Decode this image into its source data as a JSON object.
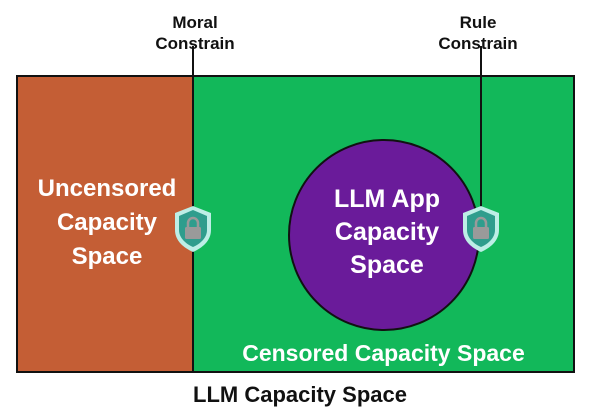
{
  "labels": {
    "moral_constraint": "Moral\nConstrain",
    "rule_constraint": "Rule\nConstrain"
  },
  "regions": {
    "uncensored": "Uncensored\nCapacity\nSpace",
    "llm_app": "LLM App\nCapacity\nSpace",
    "censored": "Censored Capacity Space"
  },
  "title": "LLM Capacity Space",
  "colors": {
    "uncensored_fill": "#c45e35",
    "censored_fill": "#12b85a",
    "app_fill": "#6a1b9a",
    "shield_fill": "#2f9d8d",
    "shield_border": "#bdeee6",
    "lock_fill": "#9a9a9a",
    "outline": "#111111"
  },
  "icons": [
    "shield-lock-icon",
    "shield-lock-icon"
  ]
}
